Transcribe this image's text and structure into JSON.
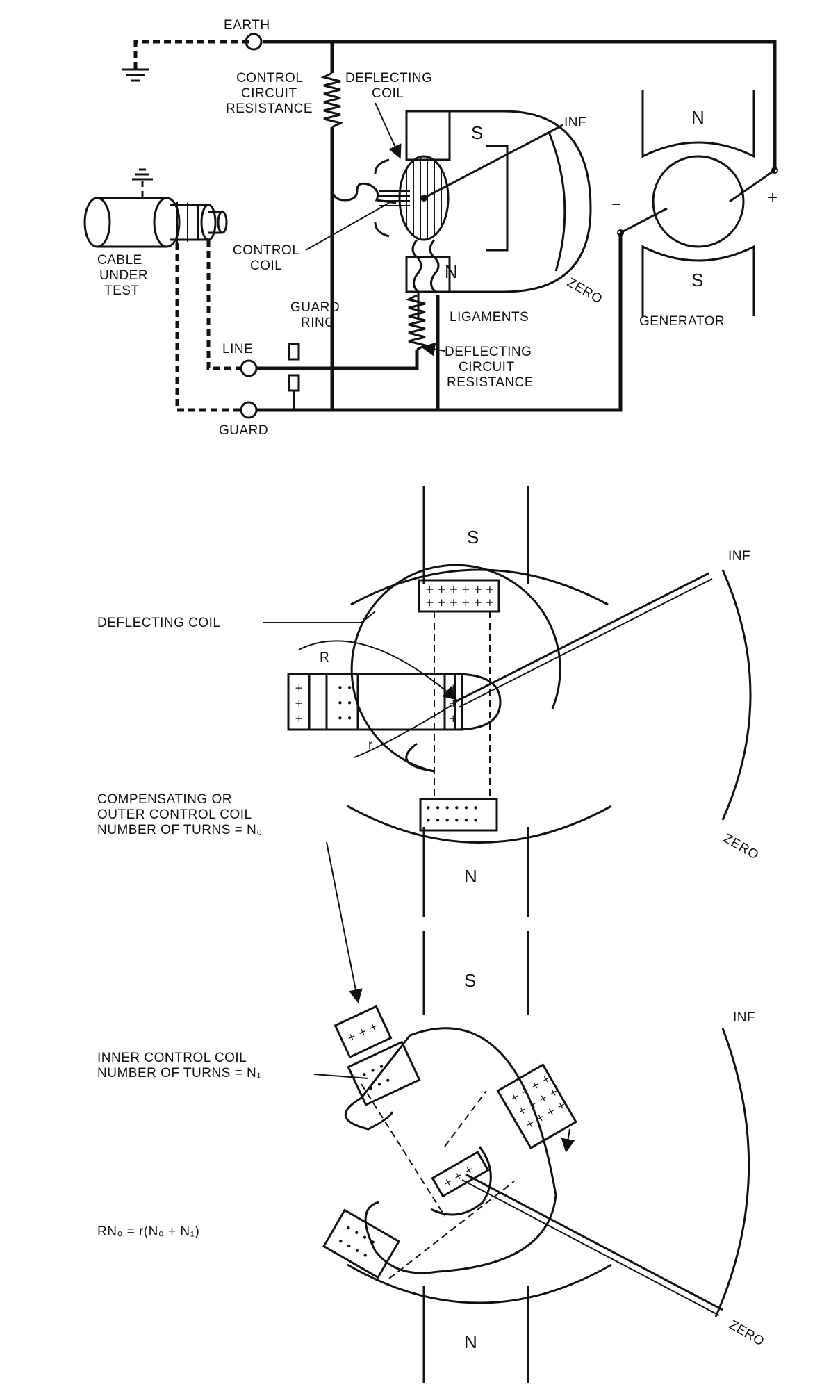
{
  "circuit": {
    "earth": "EARTH",
    "control_circuit_resistance": [
      "CONTROL",
      "CIRCUIT",
      "RESISTANCE"
    ],
    "deflecting_coil": [
      "DEFLECTING",
      "COIL"
    ],
    "pole_s": "S",
    "pole_n": "N",
    "inf": "INF",
    "zero": "ZERO",
    "cable_under_test": [
      "CABLE",
      "UNDER",
      "TEST"
    ],
    "control_coil": [
      "CONTROL",
      "COIL"
    ],
    "guard_ring": [
      "GUARD",
      "RING"
    ],
    "line": "LINE",
    "ligaments": "LIGAMENTS",
    "deflecting_circuit_resistance": [
      "DEFLECTING",
      "CIRCUIT",
      "RESISTANCE"
    ],
    "guard": "GUARD",
    "generator": "GENERATOR",
    "gen_pole_n": "N",
    "gen_pole_s": "S",
    "minus": "−",
    "plus": "+"
  },
  "detail_one": {
    "pole_s": "S",
    "pole_n": "N",
    "inf": "INF",
    "zero": "ZERO",
    "deflecting_coil": "DEFLECTING COIL",
    "radius_outer": "R",
    "radius_inner": "r",
    "compensating_coil": [
      "COMPENSATING  OR",
      "OUTER CONTROL COIL",
      "NUMBER OF TURNS = N₀"
    ]
  },
  "detail_two": {
    "pole_s": "S",
    "pole_n": "N",
    "inf": "INF",
    "zero": "ZERO",
    "inner_control_coil": [
      "INNER CONTROL COIL",
      "NUMBER OF TURNS = N₁"
    ],
    "formula": "RN₀ = r(N₀ + N₁)"
  }
}
